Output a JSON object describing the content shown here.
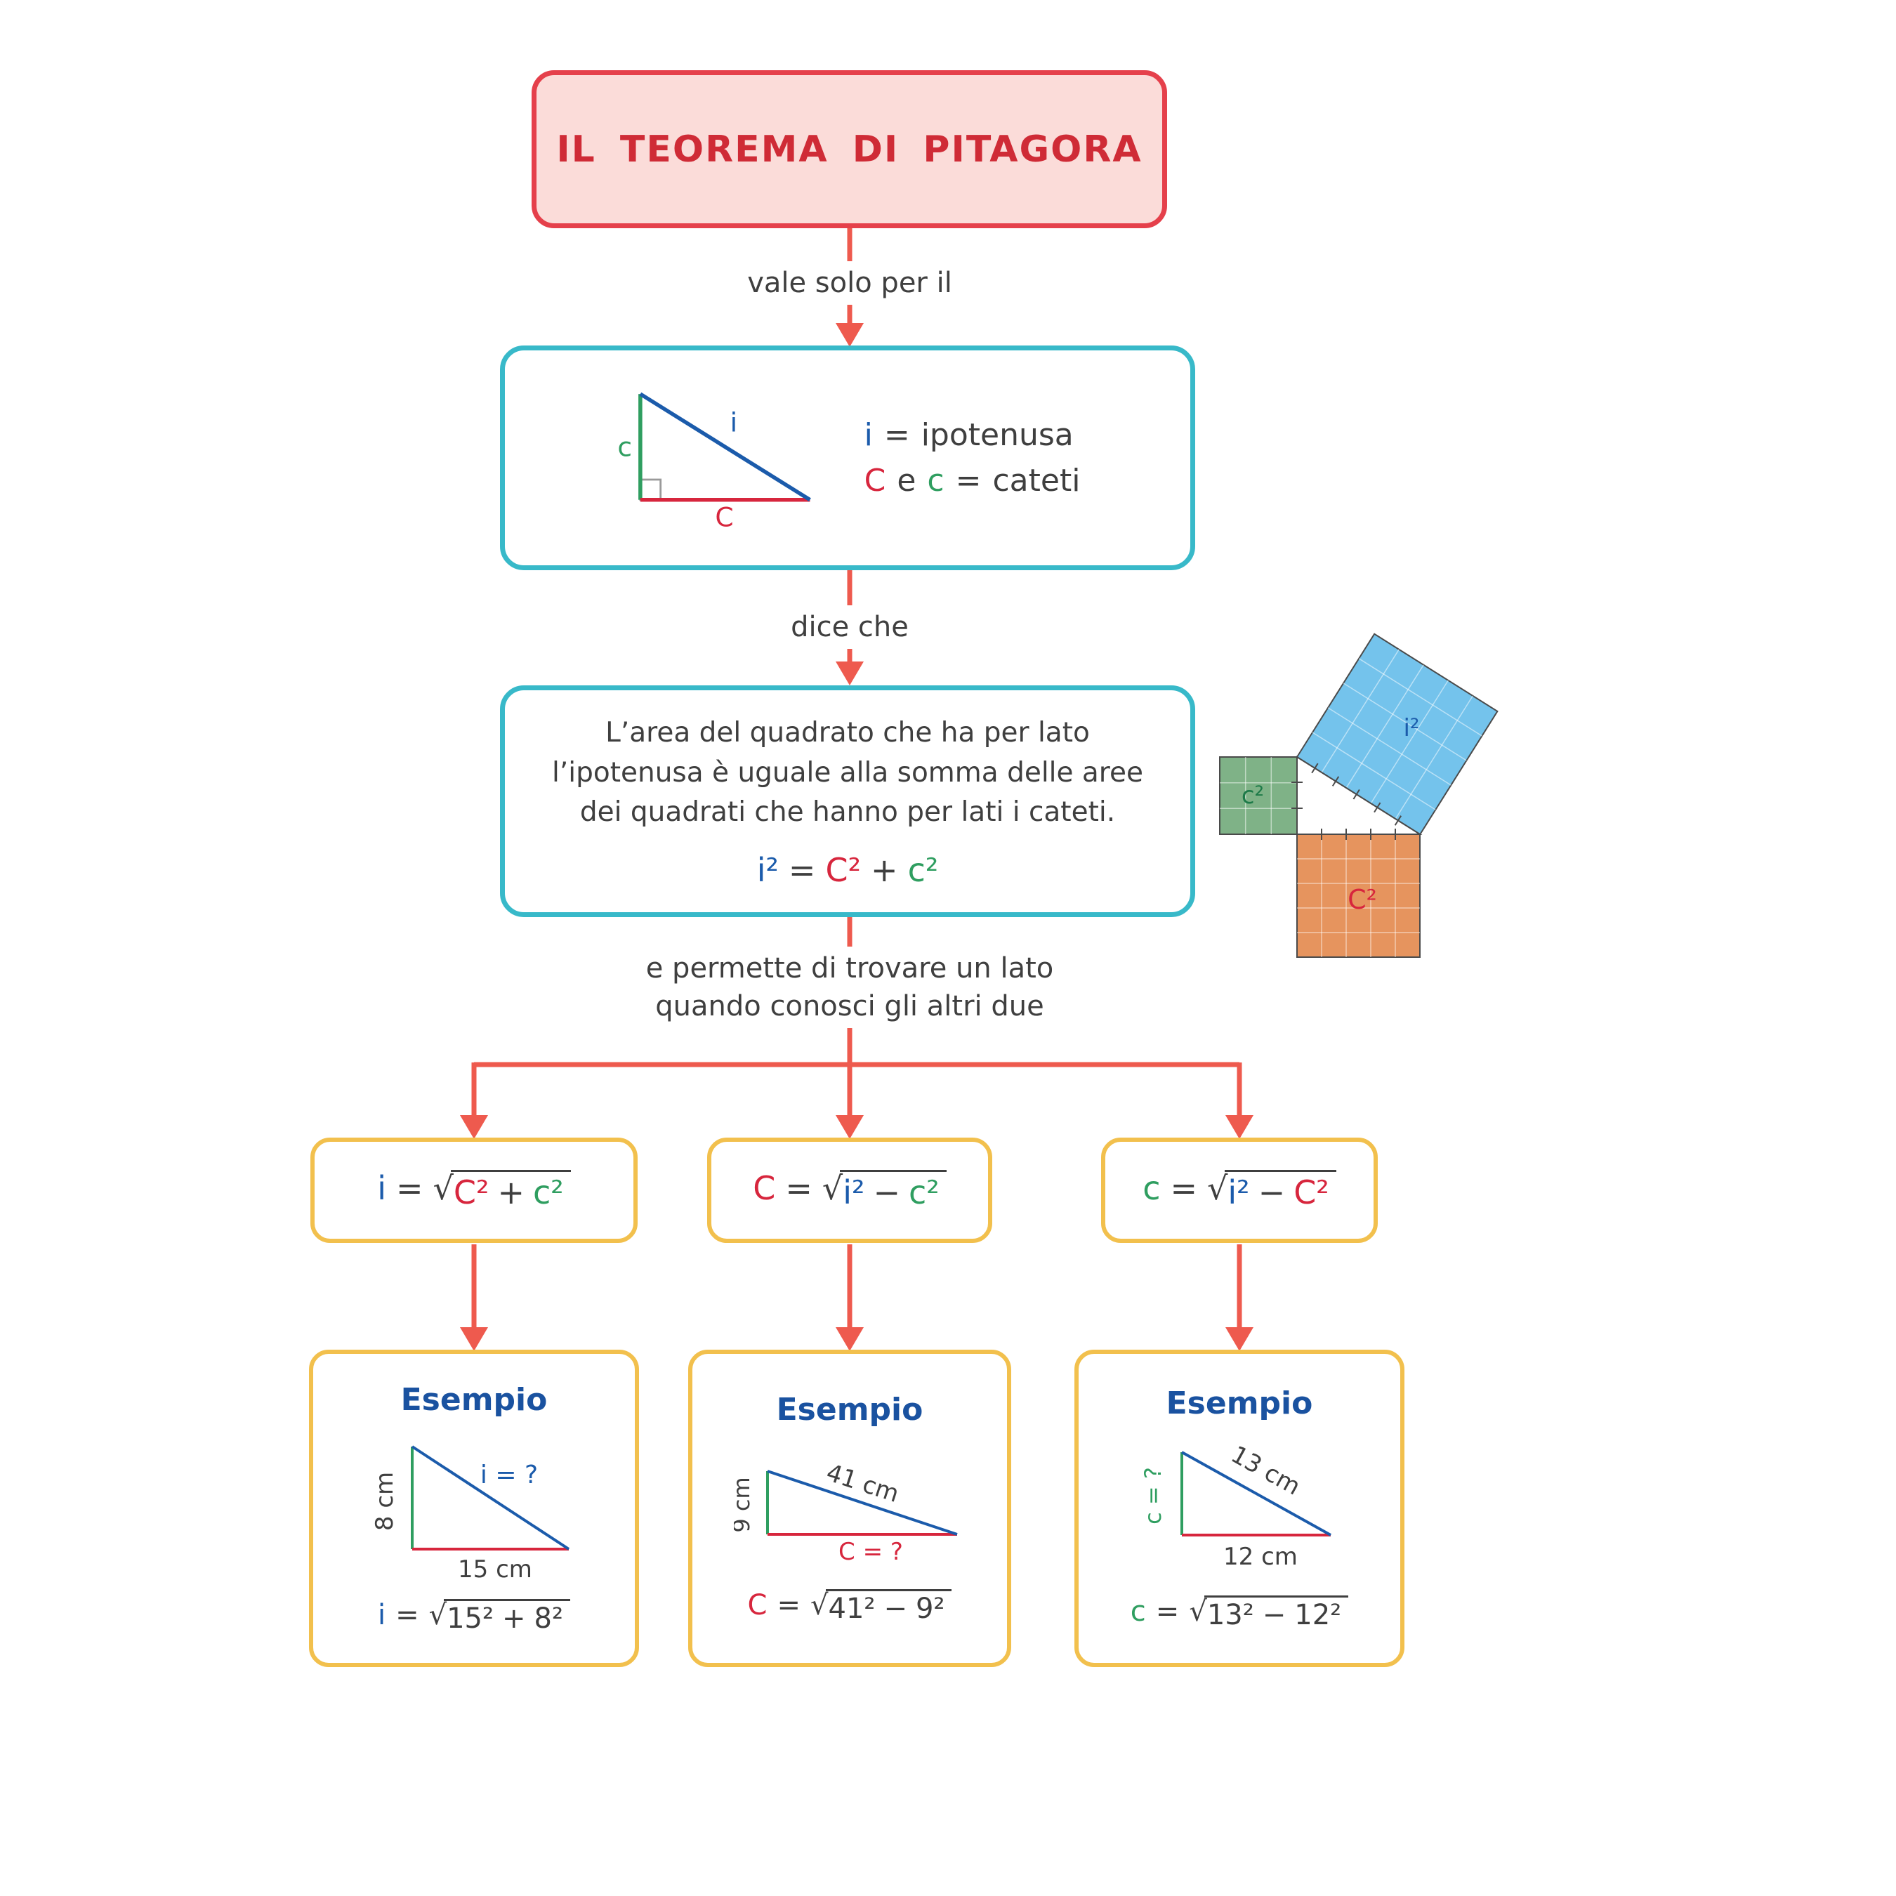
{
  "title": "IL TEOREMA DI PITAGORA",
  "connector_labels": {
    "first": "vale solo per il",
    "second": "dice che",
    "third_line1": "e permette di trovare un lato",
    "third_line2": "quando conosci gli altri due"
  },
  "definition_box": {
    "triangle": {
      "hypotenuse": "i",
      "vertical_cathetus": "c",
      "horizontal_cathetus": "C"
    },
    "line1": {
      "var": "i",
      "eq": "=",
      "word": "ipotenusa"
    },
    "line2": {
      "var1": "C",
      "conj": "e",
      "var2": "c",
      "eq": "=",
      "word": "cateti"
    }
  },
  "theorem_box": {
    "line1": "L’area del quadrato che ha per lato",
    "line2": "l’ipotenusa è uguale alla somma delle aree",
    "line3": "dei quadrati che hanno per lati i cateti.",
    "formula": {
      "lhs": "i²",
      "eq": "=",
      "term1": "C²",
      "op": "+",
      "term2": "c²"
    }
  },
  "squares_figure": {
    "hyp_square": "i²",
    "small_cathetus_square": "c²",
    "big_cathetus_square": "C²"
  },
  "formula_boxes": [
    {
      "lhs": "i",
      "eq": "=",
      "radical": "√",
      "term1": "C²",
      "op": "+",
      "term2": "c²"
    },
    {
      "lhs": "C",
      "eq": "=",
      "radical": "√",
      "term1": "i²",
      "op": "−",
      "term2": "c²"
    },
    {
      "lhs": "c",
      "eq": "=",
      "radical": "√",
      "term1": "i²",
      "op": "−",
      "term2": "C²"
    }
  ],
  "examples": [
    {
      "heading": "Esempio",
      "vertical_label": "8 cm",
      "hyp_label": "i = ?",
      "base_label": "15 cm",
      "formula": {
        "lhs": "i",
        "eq": "=",
        "radical": "√",
        "term1": "15²",
        "op": "+",
        "term2": "8²"
      }
    },
    {
      "heading": "Esempio",
      "vertical_label": "9 cm",
      "hyp_label": "41 cm",
      "base_label": "C = ?",
      "formula": {
        "lhs": "C",
        "eq": "=",
        "radical": "√",
        "term1": "41²",
        "op": "−",
        "term2": "9²"
      }
    },
    {
      "heading": "Esempio",
      "vertical_label": "c = ?",
      "hyp_label": "13 cm",
      "base_label": "12 cm",
      "formula": {
        "lhs": "c",
        "eq": "=",
        "radical": "√",
        "term1": "13²",
        "op": "−",
        "term2": "12²"
      }
    }
  ],
  "colors": {
    "hypotenuse_blue": "#1b5bab",
    "cathetus_red": "#d7263d",
    "cathetus_green": "#2f9e60",
    "arrow_coral": "#ee5a4e",
    "title_red": "#cf2b36",
    "title_background": "#fbdcd9",
    "teal_border": "#38b9c9",
    "yellow_border": "#f2c04d",
    "heading_blue": "#1a52a0",
    "square_blue_fill": "#74c3ec",
    "square_green_fill": "#7fb287",
    "square_orange_fill": "#e6945e"
  }
}
